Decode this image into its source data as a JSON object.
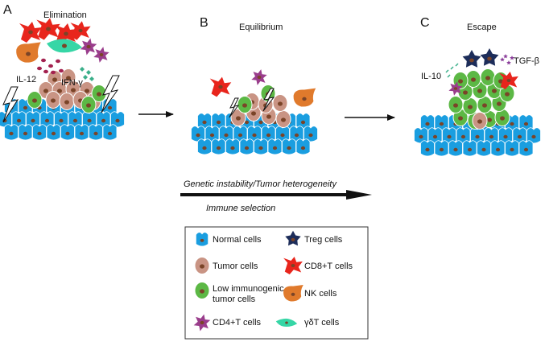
{
  "panels": {
    "a": {
      "letter": "A",
      "title": "Elimination",
      "cytokine_1": "IL-12",
      "cytokine_2": "IFN-γ"
    },
    "b": {
      "letter": "B",
      "title": "Equilibrium"
    },
    "c": {
      "letter": "C",
      "title": "Escape",
      "cytokine_1": "IL-10",
      "cytokine_2": "TGF-β"
    }
  },
  "progression": {
    "label_above": "Genetic instability/Tumor heterogeneity",
    "label_below": "Immune selection"
  },
  "legend": {
    "items": [
      {
        "label": "Normal cells",
        "icon": "normal-cell-icon"
      },
      {
        "label": "Treg cells",
        "icon": "treg-cell-icon"
      },
      {
        "label": "Tumor cells",
        "icon": "tumor-cell-icon"
      },
      {
        "label": "CD8+T cells",
        "icon": "cd8-t-cell-icon"
      },
      {
        "label": "Low immunogenic tumor cells",
        "label_line1": "Low immunogenic",
        "label_line2": "tumor cells",
        "icon": "low-immunogenic-tumor-cell-icon"
      },
      {
        "label": "NK cells",
        "icon": "nk-cell-icon"
      },
      {
        "label": "CD4+T cells",
        "icon": "cd4-t-cell-icon"
      },
      {
        "label": "γδT cells",
        "icon": "gamma-delta-t-cell-icon"
      }
    ]
  },
  "colors": {
    "normal": "#1a9ee0",
    "tumor": "#c99484",
    "low_immunogenic": "#5cb845",
    "nucleus": "#7a4428",
    "treg": "#1d2d5a",
    "cd8": "#e8251c",
    "nk": "#e07a2c",
    "cd4": "#9a3d8c",
    "gamma_delta": "#36d6a6",
    "cytokine_a": "#a3214f",
    "cytokine_ifn": "#3aaf8a",
    "cytokine_il10": "#3aaf8a",
    "cytokine_tgf": "#8a3d9a"
  }
}
